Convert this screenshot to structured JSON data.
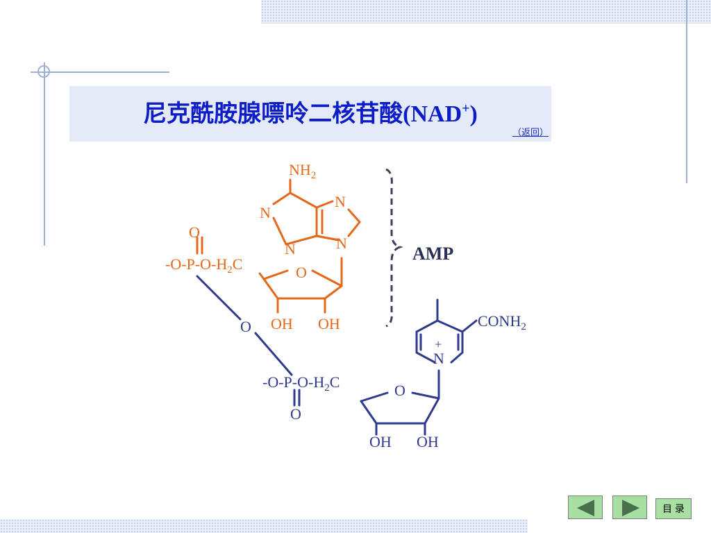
{
  "slide": {
    "title_main": "尼克酰胺腺嘌呤二核苷酸(NAD",
    "title_sup": "+",
    "title_close": ")",
    "back_link": "（返回）"
  },
  "diagram": {
    "amp_color": "#e3681a",
    "nmn_color": "#2e3a8c",
    "adenine": {
      "nh2": "NH2",
      "n1": "N",
      "n3": "N",
      "n7": "N",
      "n9": "N"
    },
    "amp_phosphate": {
      "top_o": "O",
      "chain": "-O-P-O-H2C"
    },
    "amp_ribose": {
      "ring_o": "O",
      "oh_left": "OH",
      "oh_right": "OH"
    },
    "bridge_o": "O",
    "nmn_phosphate": {
      "chain": "-O-P-O-H2C",
      "bottom_o": "O"
    },
    "nicotinamide": {
      "conh2": "CONH2",
      "n_plus": "N",
      "plus": "+"
    },
    "nmn_ribose": {
      "ring_o": "O",
      "oh_left": "OH",
      "oh_right": "OH"
    },
    "brace_label": "AMP"
  },
  "nav": {
    "prev_icon": "triangle-left-icon",
    "next_icon": "triangle-right-icon",
    "menu_label": "目 录",
    "button_color": "#a8e0a4"
  }
}
